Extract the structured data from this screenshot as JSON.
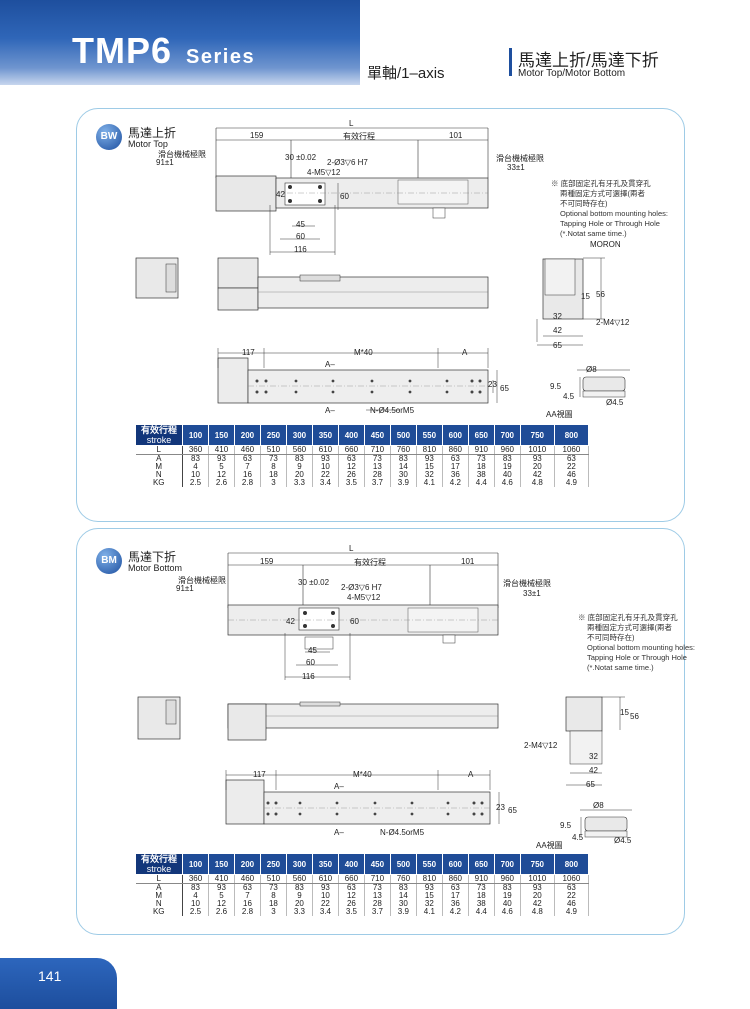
{
  "header": {
    "series_name": "TMP6",
    "series_word": "Series",
    "axis": "單軸/1–axis",
    "title_cn": "馬達上折/馬達下折",
    "title_en": "Motor Top/Motor Bottom"
  },
  "panels": [
    {
      "badge": "BW",
      "title_cn": "馬達上折",
      "title_en": "Motor Top",
      "labels": {
        "L": "L",
        "d159": "159",
        "stroke": "有效行程",
        "d101": "101",
        "slider_limit_left": "滑台機械極限",
        "d91": "91±1",
        "slider_limit_right": "滑台機械極限",
        "d33": "33±1",
        "d30": "30 ±0.02",
        "pin": "2-Ø3▽6 H7",
        "m5": "4-M5▽12",
        "d42": "42",
        "d60v": "60",
        "d45": "45",
        "d60": "60",
        "d116": "116",
        "moron": "MORON",
        "d15": "15",
        "d56": "56",
        "d32": "32",
        "d42b": "42",
        "m4": "2-M4▽12",
        "d65": "65",
        "d117": "117",
        "m40": "M*40",
        "A": "A",
        "A2": "A–",
        "A3": "A–",
        "nhole": "N-Ø4.5orM5",
        "d23": "23",
        "d65v": "65",
        "d8": "Ø8",
        "d95": "9.5",
        "d45v": "4.5",
        "d45h": "Ø4.5",
        "aa": "AA視圖"
      },
      "note": [
        "※ 底部固定孔有牙孔及貫穿孔",
        "兩種固定方式可選擇(兩者",
        "不可同時存在)",
        "Optional bottom mounting holes:",
        "Tapping Hole or Through Hole",
        "(*.Notat same time.)"
      ]
    },
    {
      "badge": "BM",
      "title_cn": "馬達下折",
      "title_en": "Motor Bottom",
      "labels": {
        "L": "L",
        "d159": "159",
        "stroke": "有效行程",
        "d101": "101",
        "slider_limit_left": "滑台機械極限",
        "d91": "91±1",
        "slider_limit_right": "滑台機械極限",
        "d33": "33±1",
        "d30": "30 ±0.02",
        "pin": "2-Ø3▽6 H7",
        "m5": "4-M5▽12",
        "d42": "42",
        "d60v": "60",
        "d45": "45",
        "d60": "60",
        "d116": "116",
        "d15": "15",
        "d56": "56",
        "d32": "32",
        "d42b": "42",
        "m4": "2-M4▽12",
        "d65": "65",
        "d117": "117",
        "m40": "M*40",
        "A": "A",
        "A2": "A–",
        "A3": "A–",
        "nhole": "N-Ø4.5orM5",
        "d23": "23",
        "d65v": "65",
        "d8": "Ø8",
        "d95": "9.5",
        "d45v": "4.5",
        "d45h": "Ø4.5",
        "aa": "AA視圖"
      },
      "note": [
        "※ 底部固定孔有牙孔及貫穿孔",
        "兩種固定方式可選擇(兩者",
        "不可同時存在)",
        "Optional bottom mounting holes:",
        "Tapping Hole or Through Hole",
        "(*.Notat same time.)"
      ]
    }
  ],
  "table": {
    "head_cn": "有效行程",
    "head_en": "stroke",
    "strokes": [
      "100",
      "150",
      "200",
      "250",
      "300",
      "350",
      "400",
      "450",
      "500",
      "550",
      "600",
      "650",
      "700",
      "750",
      "800"
    ],
    "rows": [
      {
        "name": "L",
        "values": [
          "360",
          "410",
          "460",
          "510",
          "560",
          "610",
          "660",
          "710",
          "760",
          "810",
          "860",
          "910",
          "960",
          "1010",
          "1060"
        ]
      },
      {
        "name": "A",
        "values": [
          "83",
          "93",
          "63",
          "73",
          "83",
          "93",
          "63",
          "73",
          "83",
          "93",
          "63",
          "73",
          "83",
          "93",
          "63"
        ]
      },
      {
        "name": "M",
        "values": [
          "4",
          "5",
          "7",
          "8",
          "9",
          "10",
          "12",
          "13",
          "14",
          "15",
          "17",
          "18",
          "19",
          "20",
          "22"
        ]
      },
      {
        "name": "N",
        "values": [
          "10",
          "12",
          "16",
          "18",
          "20",
          "22",
          "26",
          "28",
          "30",
          "32",
          "36",
          "38",
          "40",
          "42",
          "46"
        ]
      },
      {
        "name": "KG",
        "values": [
          "2.5",
          "2.6",
          "2.8",
          "3",
          "3.3",
          "3.4",
          "3.5",
          "3.7",
          "3.9",
          "4.1",
          "4.2",
          "4.4",
          "4.6",
          "4.8",
          "4.9"
        ]
      }
    ]
  },
  "page_number": "141"
}
